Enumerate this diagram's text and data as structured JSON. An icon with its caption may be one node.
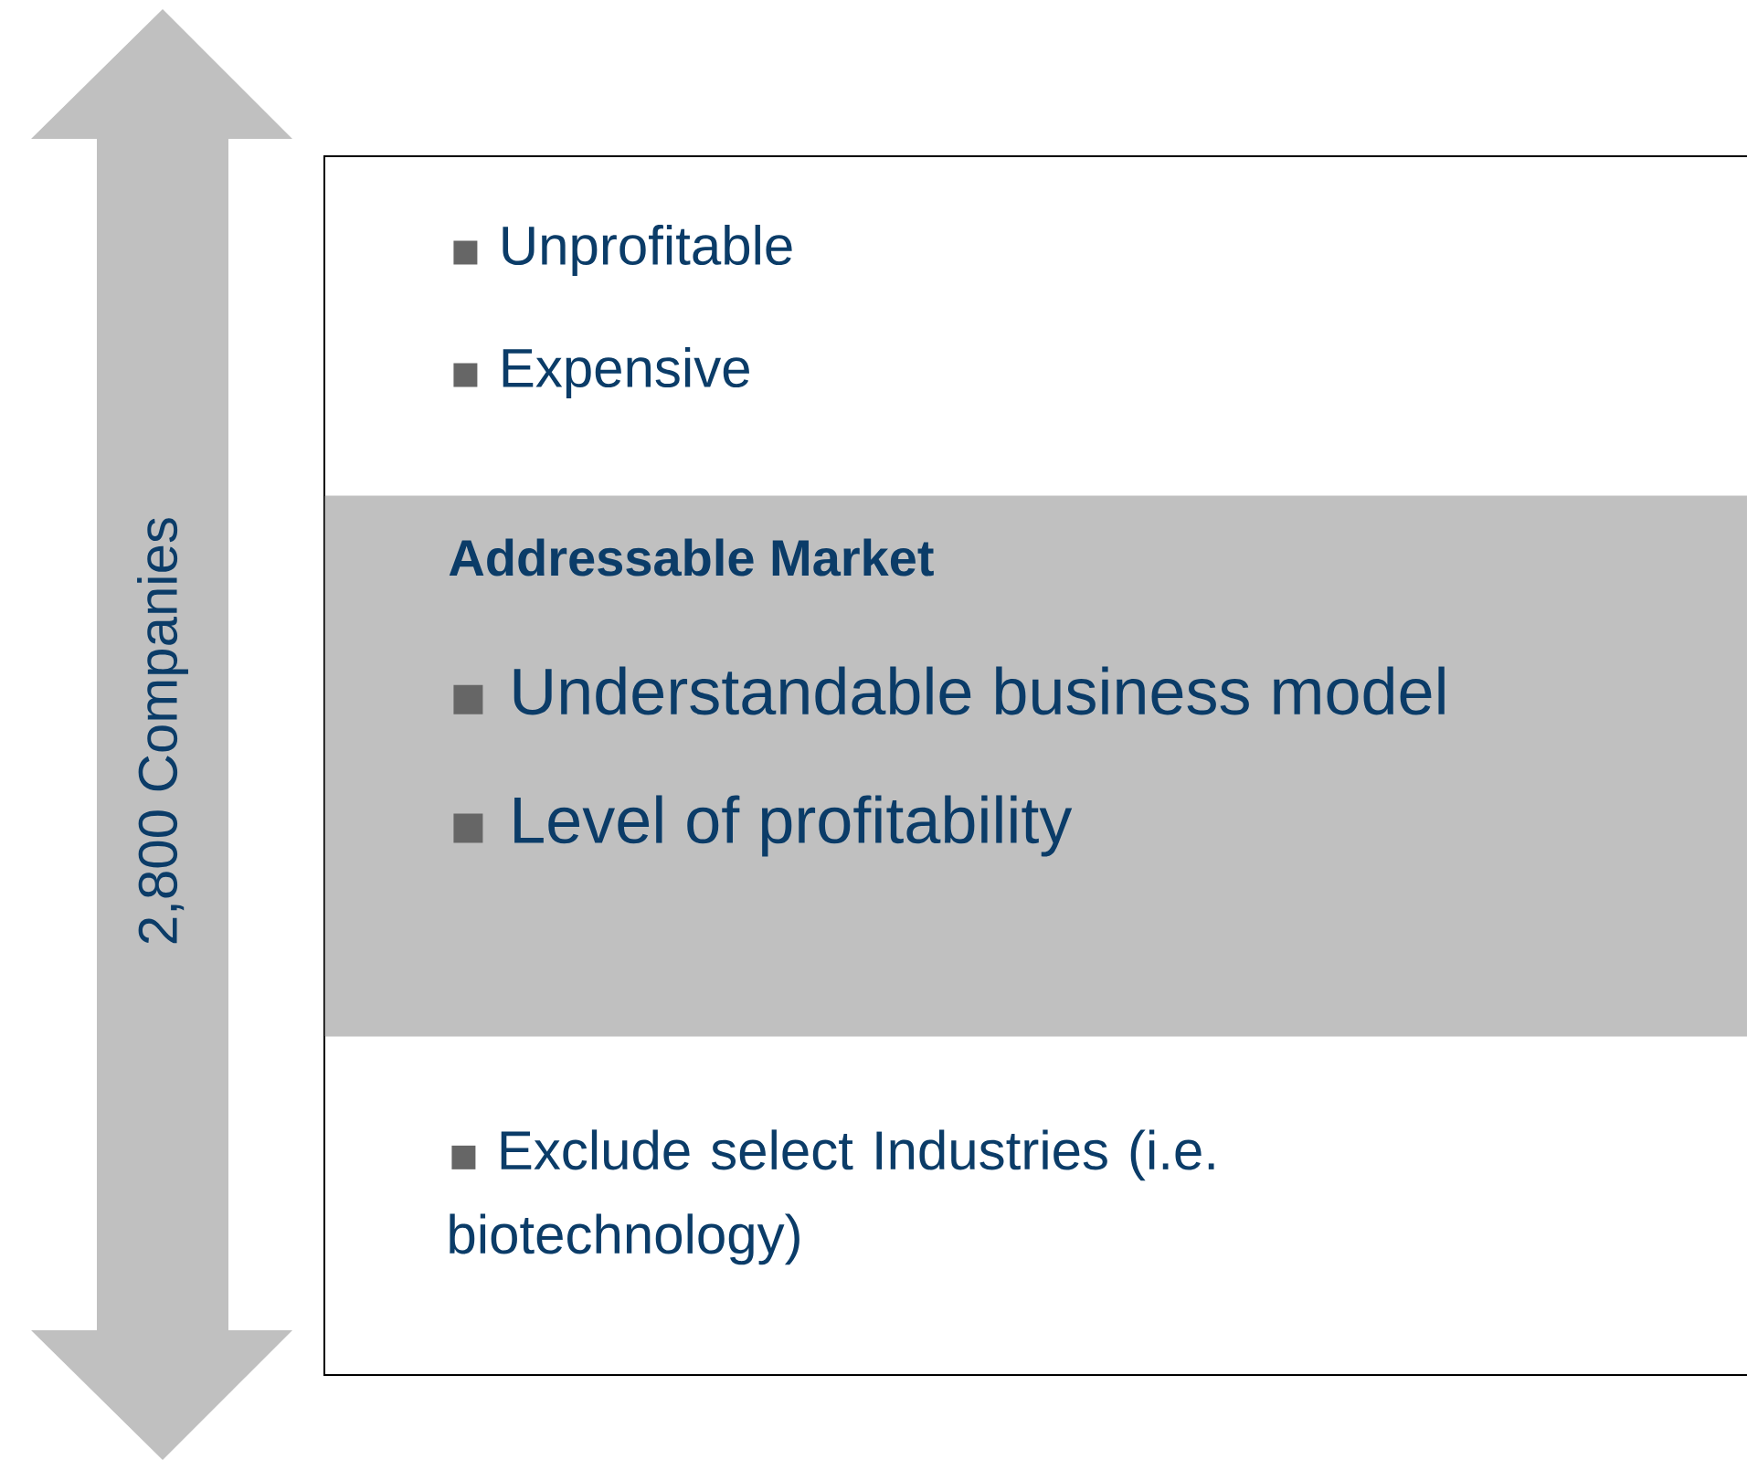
{
  "diagram": {
    "nodes": [
      {
        "text": [
          "Unprofitable",
          "Expensive",
          "Exclude select Industries (i.e. biotechnology)"
        ]
      },
      {
        "text": [
          "Addressable Market",
          "Understandable business model",
          "Level of profitability"
        ],
        "in": 0
      },
      {
        "text": [
          "2,800 Companies"
        ]
      }
    ]
  }
}
